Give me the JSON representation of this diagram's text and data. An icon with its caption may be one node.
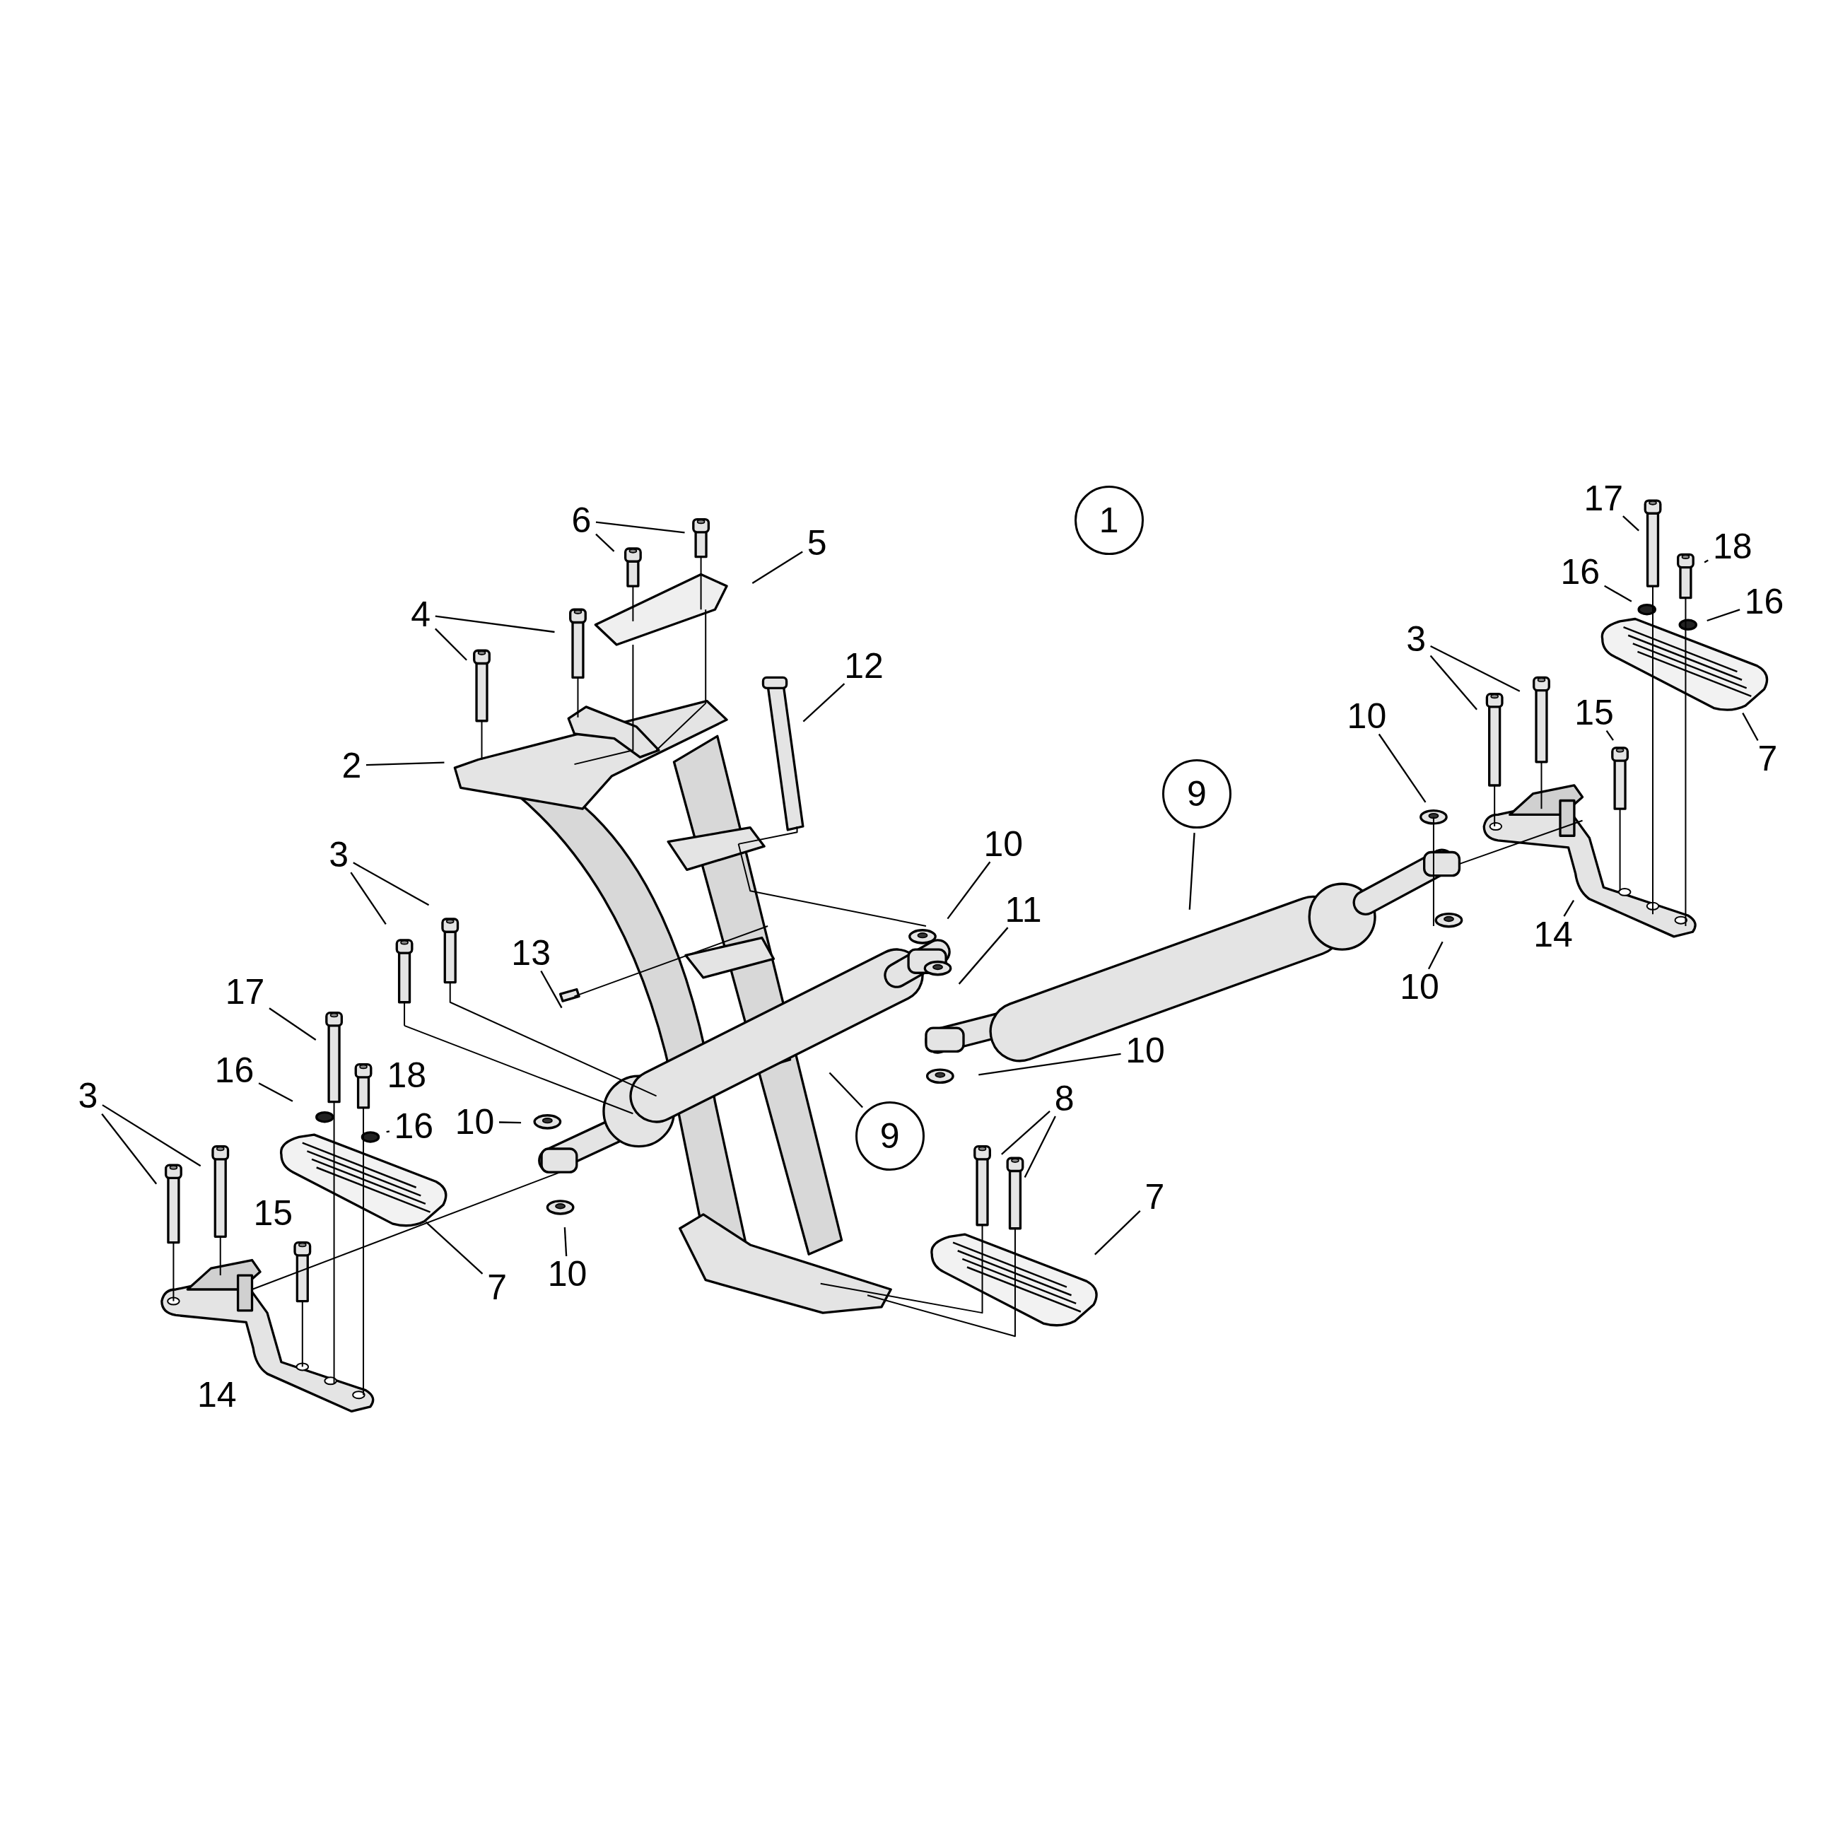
{
  "diagram": {
    "nodes": [
      {
        "text": [
          "17"
        ]
      },
      {
        "text": [
          "1"
        ]
      },
      {
        "text": [
          "6"
        ]
      },
      {
        "text": [
          "5"
        ]
      },
      {
        "text": [
          "18"
        ]
      },
      {
        "text": [
          "16"
        ]
      },
      {
        "text": [
          "16"
        ]
      },
      {
        "text": [
          "4"
        ]
      },
      {
        "text": [
          "3"
        ]
      },
      {
        "text": [
          "12"
        ]
      },
      {
        "text": [
          "15"
        ]
      },
      {
        "text": [
          "10"
        ]
      },
      {
        "text": [
          "7"
        ]
      },
      {
        "text": [
          "2"
        ]
      },
      {
        "text": [
          "9"
        ]
      },
      {
        "text": [
          "10"
        ]
      },
      {
        "text": [
          "3"
        ]
      },
      {
        "text": [
          "11"
        ]
      },
      {
        "text": [
          "14"
        ]
      },
      {
        "text": [
          "13"
        ]
      },
      {
        "text": [
          "10"
        ]
      },
      {
        "text": [
          "17"
        ]
      },
      {
        "text": [
          "10"
        ]
      },
      {
        "text": [
          "16"
        ]
      },
      {
        "text": [
          "3"
        ]
      },
      {
        "text": [
          "8"
        ]
      },
      {
        "text": [
          "10"
        ]
      },
      {
        "text": [
          "16"
        ]
      },
      {
        "text": [
          "9"
        ]
      },
      {
        "text": [
          "7"
        ]
      },
      {
        "text": [
          "10"
        ]
      },
      {
        "text": [
          "7"
        ]
      }
    ],
    "edges": [
      {
        "from": 0,
        "to": null,
        "arrow": "none"
      },
      {
        "from": 2,
        "to": null,
        "arrow": "none"
      },
      {
        "from": 2,
        "to": null,
        "arrow": "none"
      },
      {
        "from": 3,
        "to": null,
        "arrow": "none"
      },
      {
        "from": 4,
        "to": null,
        "arrow": "none"
      },
      {
        "from": 5,
        "to": null,
        "arrow": "none"
      },
      {
        "from": 6,
        "to": null,
        "arrow": "none"
      },
      {
        "from": 7,
        "to": null,
        "arrow": "none"
      },
      {
        "from": 7,
        "to": null,
        "arrow": "none"
      },
      {
        "from": 8,
        "to": null,
        "arrow": "none"
      },
      {
        "from": 8,
        "to": null,
        "arrow": "none"
      },
      {
        "from": 9,
        "to": null,
        "arrow": "none"
      },
      {
        "from": 10,
        "to": null,
        "arrow": "none"
      },
      {
        "from": 11,
        "to": null,
        "arrow": "none"
      },
      {
        "from": 12,
        "to": null,
        "arrow": "none"
      },
      {
        "from": 13,
        "to": null,
        "arrow": "none"
      },
      {
        "from": 14,
        "to": null,
        "arrow": "none"
      },
      {
        "from": 15,
        "to": null,
        "arrow": "none"
      },
      {
        "from": 16,
        "to": null,
        "arrow": "none"
      },
      {
        "from": 16,
        "to": null,
        "arrow": "none"
      },
      {
        "from": 17,
        "to": null,
        "arrow": "none"
      },
      {
        "from": 18,
        "to": null,
        "arrow": "none"
      },
      {
        "from": 19,
        "to": null,
        "arrow": "none"
      },
      {
        "from": 20,
        "to": null,
        "arrow": "none"
      },
      {
        "from": 21,
        "to": null,
        "arrow": "none"
      },
      {
        "from": 22,
        "to": null,
        "arrow": "none"
      },
      {
        "from": 23,
        "to": null,
        "arrow": "none"
      },
      {
        "from": 24,
        "to": null,
        "arrow": "none"
      },
      {
        "from": 24,
        "to": null,
        "arrow": "none"
      },
      {
        "from": 25,
        "to": null,
        "arrow": "none"
      },
      {
        "from": 25,
        "to": null,
        "arrow": "none"
      },
      {
        "from": 26,
        "to": null,
        "arrow": "none"
      },
      {
        "from": 27,
        "to": null,
        "arrow": "none"
      },
      {
        "from": 28,
        "to": null,
        "arrow": "none"
      },
      {
        "from": 29,
        "to": null,
        "arrow": "none"
      },
      {
        "from": 30,
        "to": null,
        "arrow": "none"
      },
      {
        "from": 31,
        "to": null,
        "arrow": "none"
      }
    ],
    "labels": [
      "18",
      "15",
      "14"
    ]
  }
}
